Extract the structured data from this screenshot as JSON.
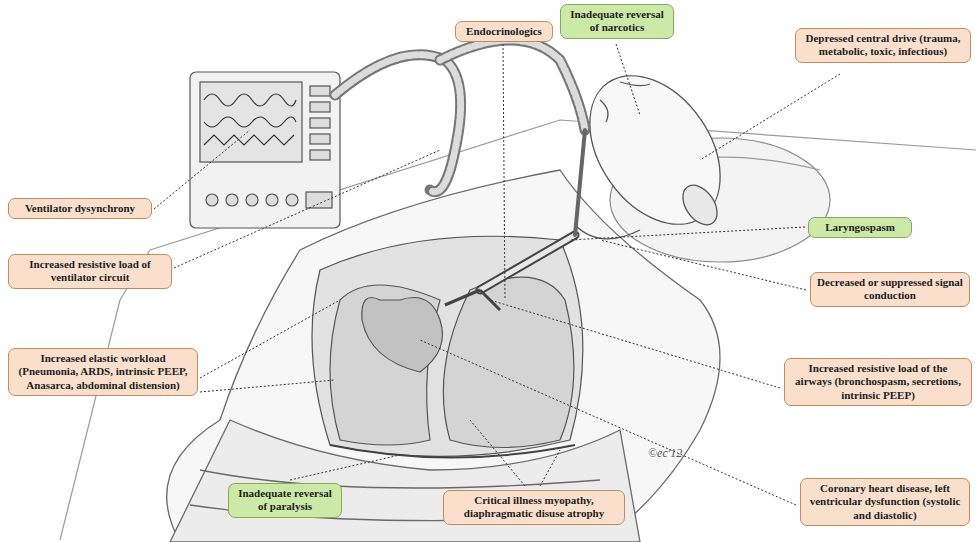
{
  "diagram": {
    "nodes": [
      {
        "text": [
          "Endocrinologics"
        ]
      },
      {
        "text": [
          "Inadequate reversal of narcotics"
        ]
      },
      {
        "text": [
          "Depressed central drive (trauma, metabolic, toxic, infectious)"
        ]
      },
      {
        "text": [
          "Ventilator dysynchrony"
        ]
      },
      {
        "text": [
          "Laryngospasm"
        ]
      },
      {
        "text": [
          "Increased resistive load of ventilator circuit"
        ]
      },
      {
        "text": [
          "Decreased or suppressed signal conduction"
        ]
      },
      {
        "text": [
          "Increased resistive load of the airways (bronchospasm, secretions, intrinsic PEEP)"
        ]
      },
      {
        "text": [
          "Increased elastic workload (Pneumonia, ARDS, intrinsic PEEP, Anasarca, abdominal distension)"
        ]
      },
      {
        "text": [
          "Inadequate reversal of paralysis"
        ]
      },
      {
        "text": [
          "Critical illness myopathy, diaphragmatic disuse atrophy"
        ]
      },
      {
        "text": [
          "Coronary heart disease, left ventricular dysfunction (systolic and diastolic)"
        ]
      }
    ],
    "labels": [
      "©ec'12"
    ]
  }
}
